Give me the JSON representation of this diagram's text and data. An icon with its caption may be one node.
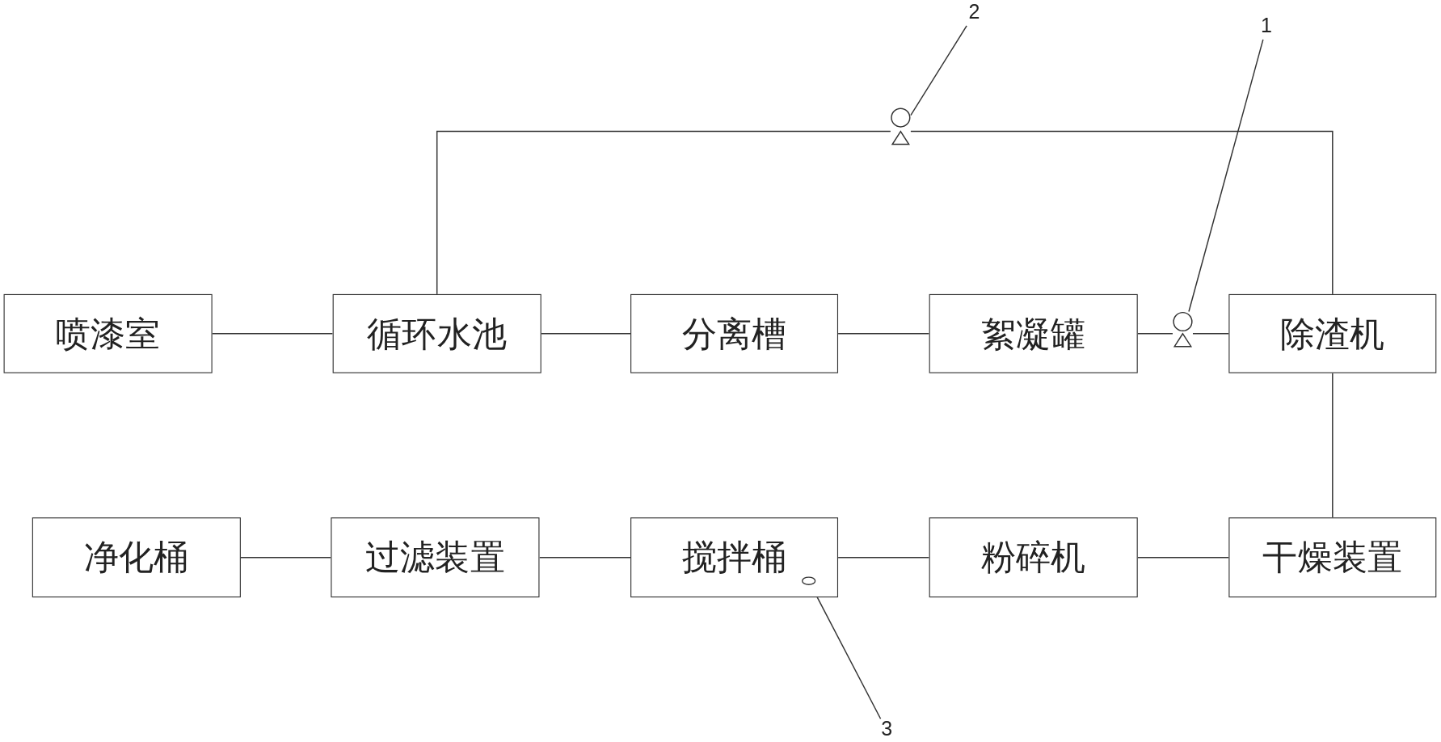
{
  "diagram": {
    "nodes": [
      {
        "text": [
          "喷漆室"
        ]
      },
      {
        "text": [
          "循环水池"
        ]
      },
      {
        "text": [
          "分离槽"
        ]
      },
      {
        "text": [
          "絮凝罐"
        ]
      },
      {
        "text": [
          "除渣机"
        ]
      },
      {
        "text": [
          "净化桶"
        ]
      },
      {
        "text": [
          "过滤装置"
        ]
      },
      {
        "text": [
          "搅拌桶"
        ]
      },
      {
        "text": [
          "粉碎机"
        ]
      },
      {
        "text": [
          "干燥装置"
        ]
      },
      {
        "text": [
          "2"
        ]
      },
      {
        "text": [],
        "shape": "circle"
      },
      {
        "text": [
          "1"
        ]
      },
      {
        "text": [],
        "shape": "circle"
      },
      {
        "text": [],
        "shape": "circle",
        "in": 7
      },
      {
        "text": [
          "3"
        ]
      }
    ],
    "edges": [
      {
        "from": 0,
        "to": 1,
        "arrow": "none"
      },
      {
        "from": 1,
        "to": 2,
        "arrow": "none"
      },
      {
        "from": 2,
        "to": 3,
        "arrow": "none"
      },
      {
        "from": 3,
        "to": 13,
        "arrow": "none"
      },
      {
        "from": 13,
        "to": 4,
        "arrow": "none"
      },
      {
        "from": 1,
        "to": 11,
        "arrow": "none"
      },
      {
        "from": 11,
        "to": 4,
        "arrow": "none"
      },
      {
        "from": 4,
        "to": 9,
        "arrow": "none"
      },
      {
        "from": 9,
        "to": 8,
        "arrow": "none"
      },
      {
        "from": 8,
        "to": 7,
        "arrow": "none"
      },
      {
        "from": 7,
        "to": 6,
        "arrow": "none"
      },
      {
        "from": 6,
        "to": 5,
        "arrow": "none"
      },
      {
        "from": 10,
        "to": 11,
        "arrow": "none"
      },
      {
        "from": 12,
        "to": 13,
        "arrow": "none"
      },
      {
        "from": 15,
        "to": 14,
        "arrow": "none"
      }
    ]
  }
}
